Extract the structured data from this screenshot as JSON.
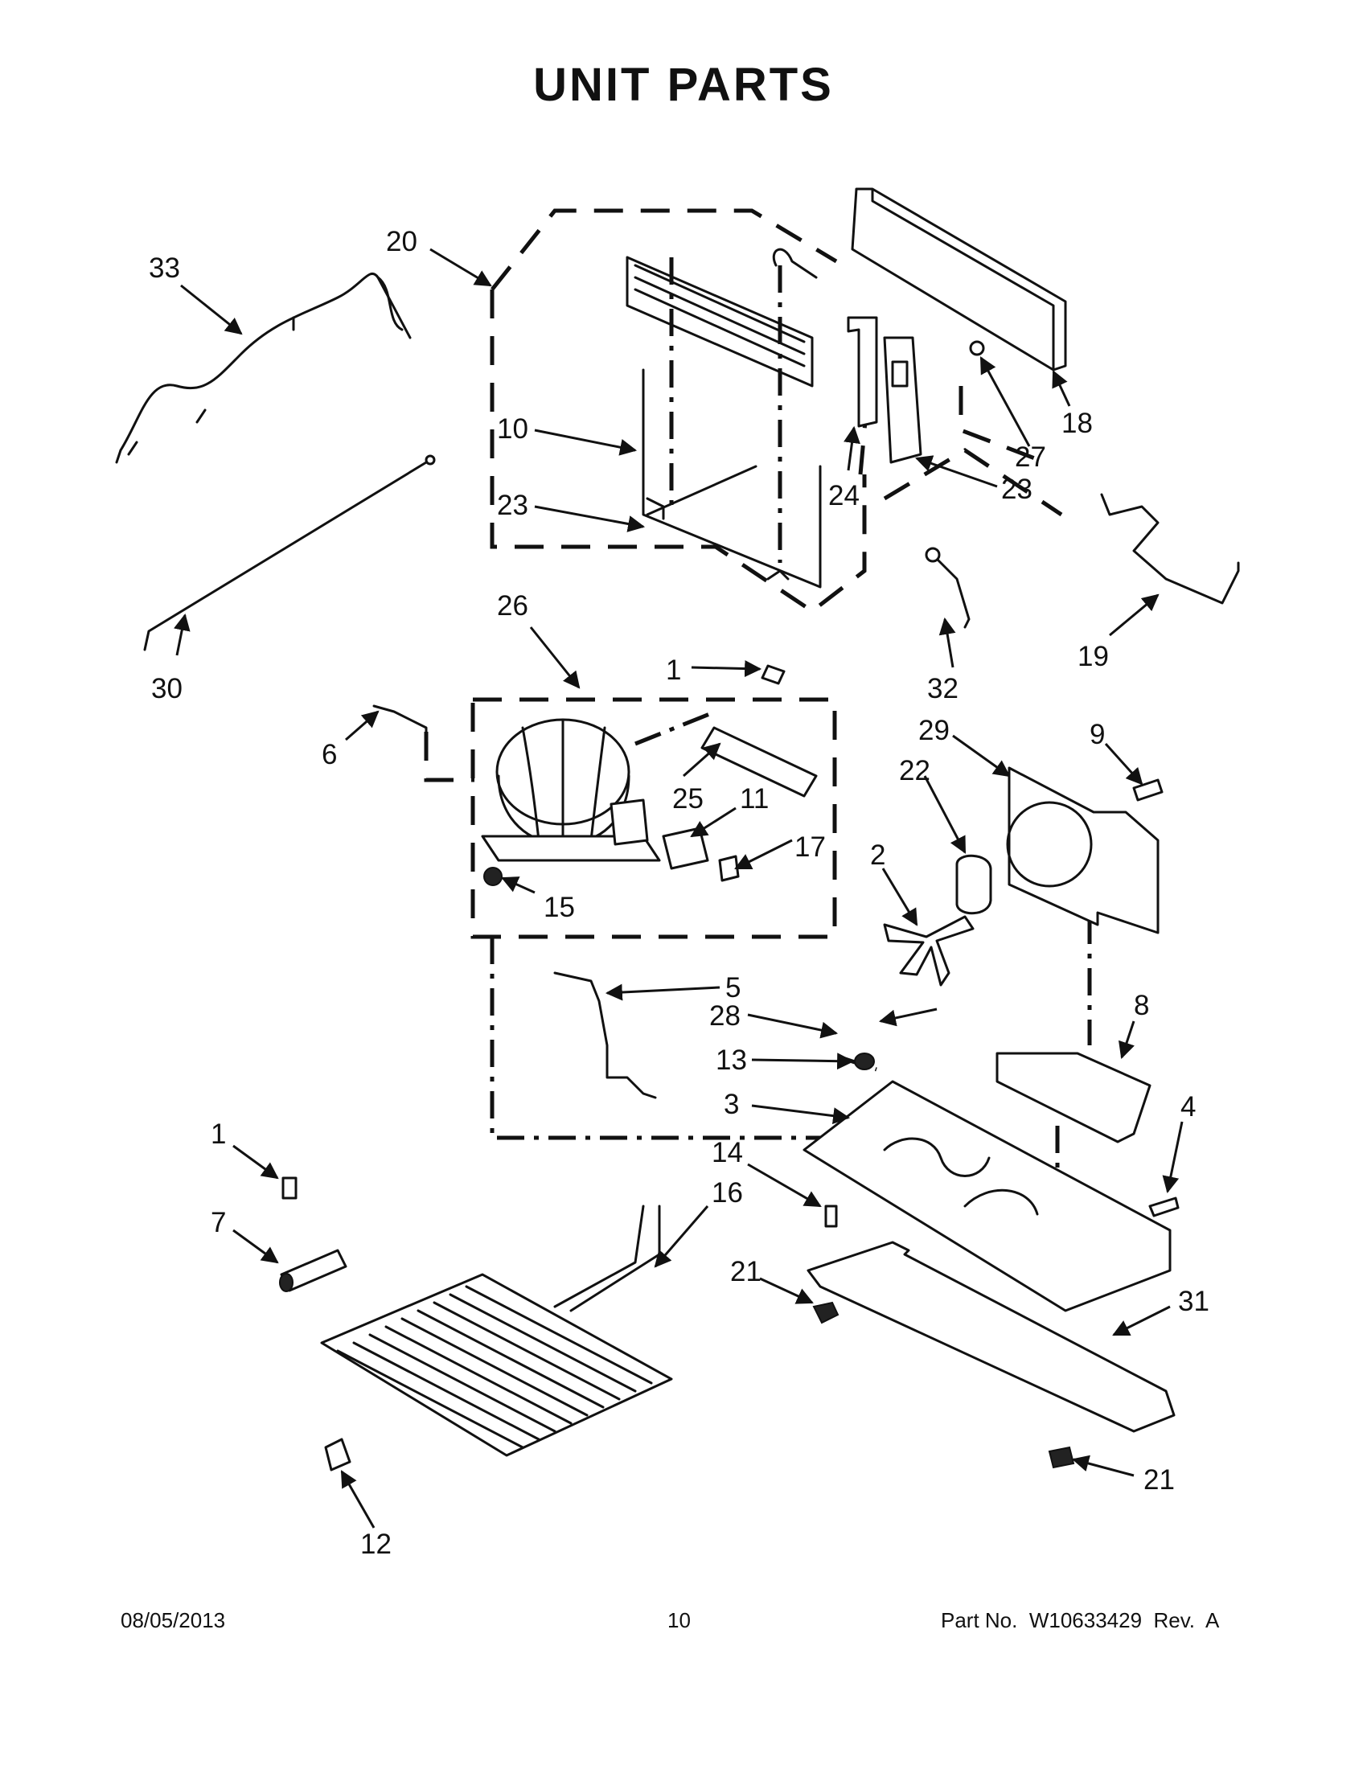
{
  "title": "UNIT PARTS",
  "footer": {
    "date": "08/05/2013",
    "page_number": "10",
    "part_no": "Part No.  W10633429  Rev.  A"
  },
  "callouts": [
    {
      "id": "c20",
      "label": "20"
    },
    {
      "id": "c33",
      "label": "33"
    },
    {
      "id": "c10",
      "label": "10"
    },
    {
      "id": "c23a",
      "label": "23"
    },
    {
      "id": "c24",
      "label": "24"
    },
    {
      "id": "c23b",
      "label": "23"
    },
    {
      "id": "c27",
      "label": "27"
    },
    {
      "id": "c18",
      "label": "18"
    },
    {
      "id": "c30",
      "label": "30"
    },
    {
      "id": "c26",
      "label": "26"
    },
    {
      "id": "c1a",
      "label": "1"
    },
    {
      "id": "c32",
      "label": "32"
    },
    {
      "id": "c19",
      "label": "19"
    },
    {
      "id": "c6",
      "label": "6"
    },
    {
      "id": "c25",
      "label": "25"
    },
    {
      "id": "c11",
      "label": "11"
    },
    {
      "id": "c17",
      "label": "17"
    },
    {
      "id": "c15",
      "label": "15"
    },
    {
      "id": "c29",
      "label": "29"
    },
    {
      "id": "c9",
      "label": "9"
    },
    {
      "id": "c22",
      "label": "22"
    },
    {
      "id": "c2",
      "label": "2"
    },
    {
      "id": "c5",
      "label": "5"
    },
    {
      "id": "c28",
      "label": "28"
    },
    {
      "id": "c13",
      "label": "13"
    },
    {
      "id": "c8",
      "label": "8"
    },
    {
      "id": "c3",
      "label": "3"
    },
    {
      "id": "c4",
      "label": "4"
    },
    {
      "id": "c1b",
      "label": "1"
    },
    {
      "id": "c14",
      "label": "14"
    },
    {
      "id": "c16",
      "label": "16"
    },
    {
      "id": "c7",
      "label": "7"
    },
    {
      "id": "c21a",
      "label": "21"
    },
    {
      "id": "c31",
      "label": "31"
    },
    {
      "id": "c21b",
      "label": "21"
    },
    {
      "id": "c12",
      "label": "12"
    }
  ]
}
